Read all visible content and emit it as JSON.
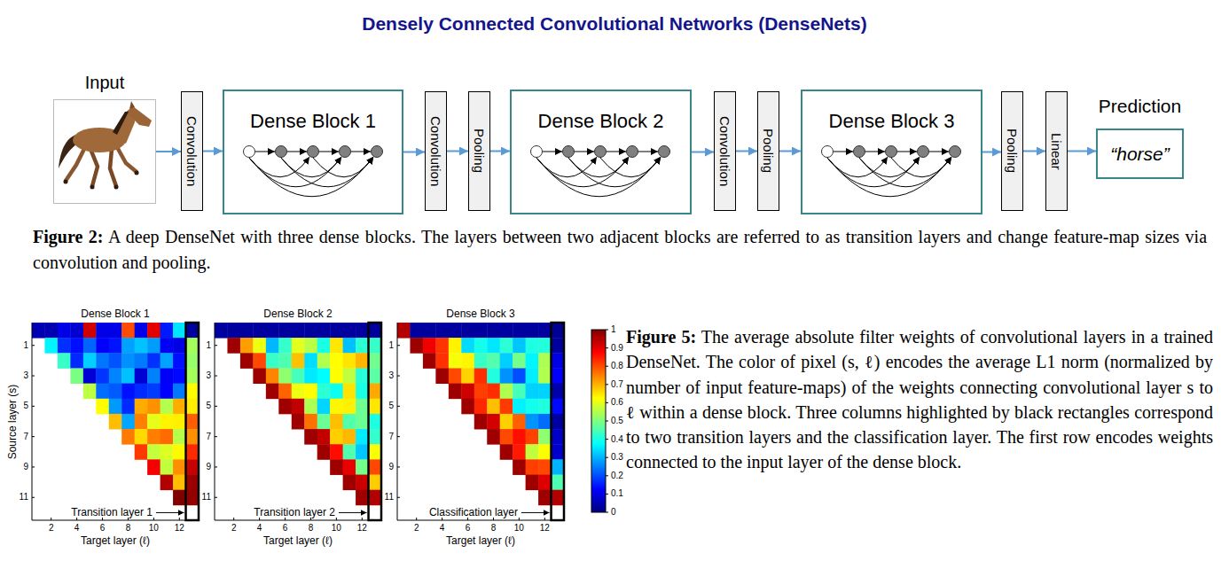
{
  "diagram": {
    "title": "Densely Connected Convolutional Networks (DenseNets)",
    "nodes": [
      {
        "text": [
          "Input"
        ]
      },
      {
        "text": [
          "Convolution"
        ]
      },
      {
        "text": [
          "Dense Block 1"
        ]
      },
      {
        "text": [
          "Convolution"
        ]
      },
      {
        "text": [
          "Pooling"
        ]
      },
      {
        "text": [
          "Dense Block 2"
        ]
      },
      {
        "text": [
          "Convolution"
        ]
      },
      {
        "text": [
          "Pooling"
        ]
      },
      {
        "text": [
          "Dense Block 3"
        ]
      },
      {
        "text": [
          "Pooling"
        ]
      },
      {
        "text": [
          "Linear"
        ]
      },
      {
        "text": [
          "Prediction",
          "“horse”"
        ]
      }
    ],
    "edges": [
      {
        "from": 0,
        "to": 1,
        "arrow": "to"
      },
      {
        "from": 1,
        "to": 2,
        "arrow": "to"
      },
      {
        "from": 2,
        "to": 3,
        "arrow": "to"
      },
      {
        "from": 3,
        "to": 4,
        "arrow": "to"
      },
      {
        "from": 4,
        "to": 5,
        "arrow": "to"
      },
      {
        "from": 5,
        "to": 6,
        "arrow": "to"
      },
      {
        "from": 6,
        "to": 7,
        "arrow": "to"
      },
      {
        "from": 7,
        "to": 8,
        "arrow": "to"
      },
      {
        "from": 8,
        "to": 9,
        "arrow": "to"
      },
      {
        "from": 9,
        "to": 10,
        "arrow": "to"
      },
      {
        "from": 10,
        "to": 11,
        "arrow": "to"
      }
    ],
    "labels": [
      "Figure 2:",
      "A deep DenseNet with three dense blocks. The layers between two adjacent blocks are referred to as transition layers and change feature-map sizes via convolution and pooling.",
      "Dense Block 1",
      "1",
      "3",
      "5",
      "7",
      "9",
      "11",
      "2",
      "4",
      "6",
      "8",
      "10",
      "12",
      "Source layer (s)",
      "Target layer (ℓ)",
      "Transition layer 1",
      "Dense Block 2",
      "1",
      "3",
      "5",
      "7",
      "9",
      "11",
      "2",
      "4",
      "6",
      "8",
      "10",
      "12",
      "Target layer (ℓ)",
      "Transition layer 2",
      "Dense Block 3",
      "1",
      "3",
      "5",
      "7",
      "9",
      "11",
      "2",
      "4",
      "6",
      "8",
      "10",
      "12",
      "Target layer (ℓ)",
      "Classification layer",
      "1",
      "0.9",
      "0.8",
      "0.7",
      "0.6",
      "0.5",
      "0.4",
      "0.3",
      "0.2",
      "0.1",
      "0",
      "Figure 5:",
      "The average absolute filter weights of convolutional layers in a trained DenseNet. The color of pixel (s, ℓ) encodes the average L1 norm (normalized by number of input feature-maps) of the weights connecting convolutional layer s to ℓ within a dense block. Three columns highlighted by black rectangles correspond to two transition layers and the classification layer. The first row encodes weights connected to the input layer of the dense block."
    ]
  }
}
